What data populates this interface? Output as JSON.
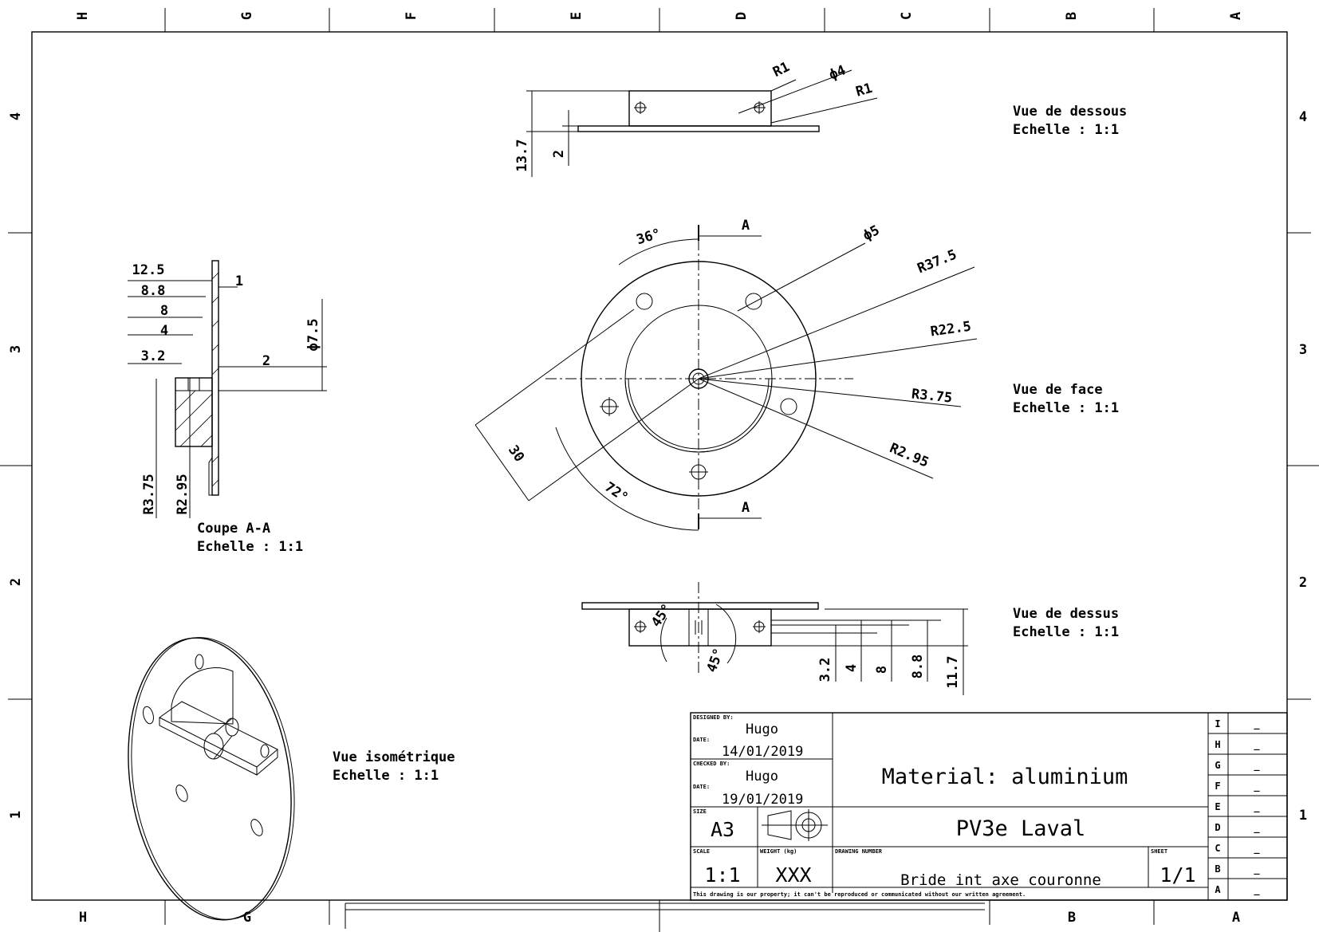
{
  "border": {
    "columns": [
      "H",
      "G",
      "F",
      "E",
      "D",
      "C",
      "B",
      "A"
    ],
    "rows": [
      "4",
      "3",
      "2",
      "1"
    ],
    "bottom_columns": [
      "H",
      "G",
      "B",
      "A"
    ]
  },
  "views": {
    "bottom": {
      "title": "Vue de dessous",
      "scale": "Echelle :  1:1"
    },
    "front": {
      "title": "Vue de face",
      "scale": "Echelle :  1:1"
    },
    "top": {
      "title": "Vue de dessus",
      "scale": "Echelle :  1:1"
    },
    "section": {
      "title": "Coupe A-A",
      "scale": "Echelle :  1:1"
    },
    "iso": {
      "title": "Vue isométrique",
      "scale": "Echelle :  1:1"
    }
  },
  "dimensions": {
    "bottom": [
      "R1",
      "ϕ4",
      "R1",
      "13.7",
      "2"
    ],
    "front": [
      "A",
      "36°",
      "ϕ5",
      "R37.5",
      "R22.5",
      "R3.75",
      "R2.95",
      "30",
      "72°",
      "A"
    ],
    "section": [
      "12.5",
      "8.8",
      "8",
      "4",
      "3.2",
      "1",
      "2",
      "ϕ7.5",
      "R3.75",
      "R2.95"
    ],
    "top": [
      "45°",
      "45°",
      "3.2",
      "4",
      "8",
      "8.8",
      "11.7"
    ]
  },
  "title_block": {
    "designed_by_label": "DESIGNED BY:",
    "designed_by": "Hugo",
    "date_label_1": "DATE:",
    "date_1": "14/01/2019",
    "checked_by_label": "CHECKED BY:",
    "checked_by": "Hugo",
    "date_label_2": "DATE:",
    "date_2": "19/01/2019",
    "size_label": "SIZE",
    "size": "A3",
    "scale_label": "SCALE",
    "scale": "1:1",
    "weight_label": "WEIGHT (kg)",
    "weight": "XXX",
    "drawing_number_label": "DRAWING NUMBER",
    "drawing_number": "Bride int axe couronne",
    "sheet_label": "SHEET",
    "sheet": "1/1",
    "material": "Material: aluminium",
    "project": "PV3e Laval",
    "notice": "This drawing is our property; it can't be reproduced or communicated without our written agreement.",
    "revisions": [
      {
        "letter": "I",
        "value": "_"
      },
      {
        "letter": "H",
        "value": "_"
      },
      {
        "letter": "G",
        "value": "_"
      },
      {
        "letter": "F",
        "value": "_"
      },
      {
        "letter": "E",
        "value": "_"
      },
      {
        "letter": "D",
        "value": "_"
      },
      {
        "letter": "C",
        "value": "_"
      },
      {
        "letter": "B",
        "value": "_"
      },
      {
        "letter": "A",
        "value": "_"
      }
    ]
  }
}
